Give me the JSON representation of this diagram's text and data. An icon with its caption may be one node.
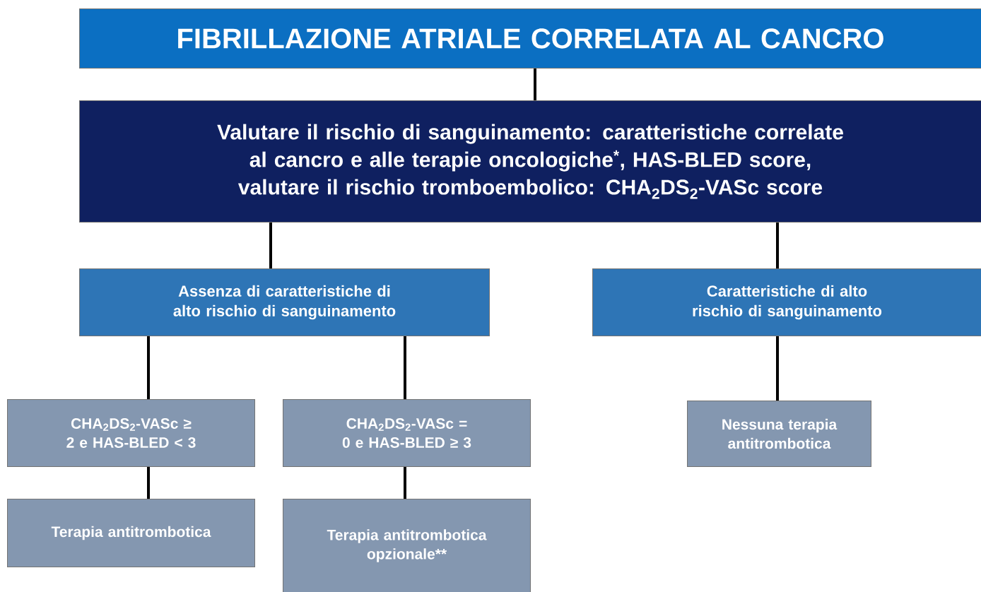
{
  "diagram": {
    "nodes": [
      {
        "text": [
          "FIBRILLAZIONE ATRIALE CORRELATA AL CANCRO"
        ]
      },
      {
        "text": [
          "Valutare il rischio di sanguinamento: caratteristiche correlate al cancro e alle terapie oncologiche$^{*}$, HAS-BLED score,",
          "valutare il rischio tromboembolico: CHA$_{2}$DS$_{2}$-VASc score"
        ]
      },
      {
        "text": [
          "Assenza di caratteristiche di alto rischio di sanguinamento"
        ]
      },
      {
        "text": [
          "Caratteristiche di alto rischio di sanguinamento"
        ]
      },
      {
        "text": [
          "CHA$_{2}$DS$_{2}$-VASc ≥ 2 e HAS-BLED < 3"
        ]
      },
      {
        "text": [
          "CHA$_{2}$DS$_{2}$-VASc = 0 e HAS-BLED ≥ 3"
        ]
      },
      {
        "text": [
          "Nessuna terapia antitrombotica"
        ]
      },
      {
        "text": [
          "Terapia antitrombotica"
        ]
      },
      {
        "text": [
          "Terapia antitrombotica opzionale**"
        ]
      }
    ],
    "edges": [
      {
        "from": 0,
        "to": 1,
        "arrow": "none"
      },
      {
        "from": 1,
        "to": 2,
        "arrow": "none"
      },
      {
        "from": 1,
        "to": 3,
        "arrow": "none"
      },
      {
        "from": 2,
        "to": 4,
        "arrow": "none"
      },
      {
        "from": 2,
        "to": 5,
        "arrow": "none"
      },
      {
        "from": 3,
        "to": 6,
        "arrow": "none"
      },
      {
        "from": 4,
        "to": 7,
        "arrow": "none"
      },
      {
        "from": 5,
        "to": 8,
        "arrow": "none"
      }
    ]
  }
}
